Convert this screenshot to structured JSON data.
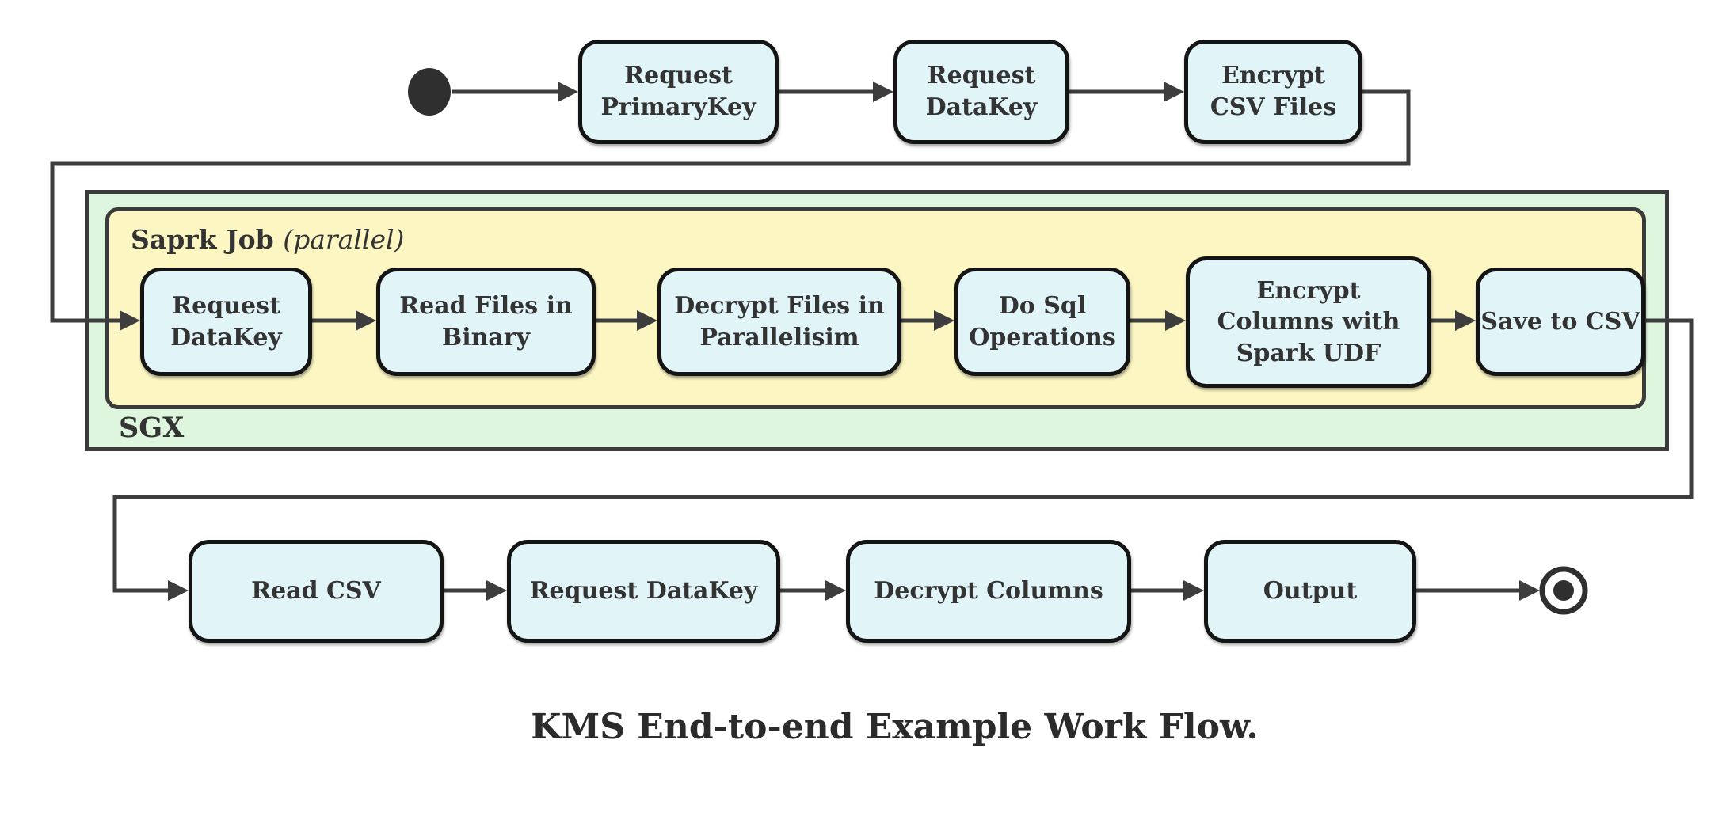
{
  "diagram": {
    "caption": "KMS End-to-end Example Work Flow.",
    "colors": {
      "node_fill": "#e1f5f9",
      "node_border": "#141414",
      "sgx_container_fill": "#ddf6dd",
      "spark_container_fill": "#fcf6c3",
      "container_border": "#3b3b3b",
      "edge": "#3d3d3d",
      "text": "#333333"
    },
    "containers": {
      "sgx_label": "SGX",
      "spark_label": "Saprk Job",
      "spark_annotation": "(parallel)"
    },
    "nodes": {
      "request_primarykey": "Request\nPrimaryKey",
      "request_datakey_top": "Request\nDataKey",
      "encrypt_csv_files": "Encrypt\nCSV Files",
      "request_datakey_sgx": "Request\nDataKey",
      "read_files_in_binary": "Read Files in\nBinary",
      "decrypt_files_in_parallelisim": "Decrypt Files in\nParallelisim",
      "do_sql_operations": "Do Sql\nOperations",
      "encrypt_columns_with_spark_udf": "Encrypt\nColumns with\nSpark UDF",
      "save_to_csv": "Save to CSV",
      "read_csv": "Read CSV",
      "request_datakey_bottom": "Request DataKey",
      "decrypt_columns": "Decrypt Columns",
      "output": "Output"
    }
  }
}
